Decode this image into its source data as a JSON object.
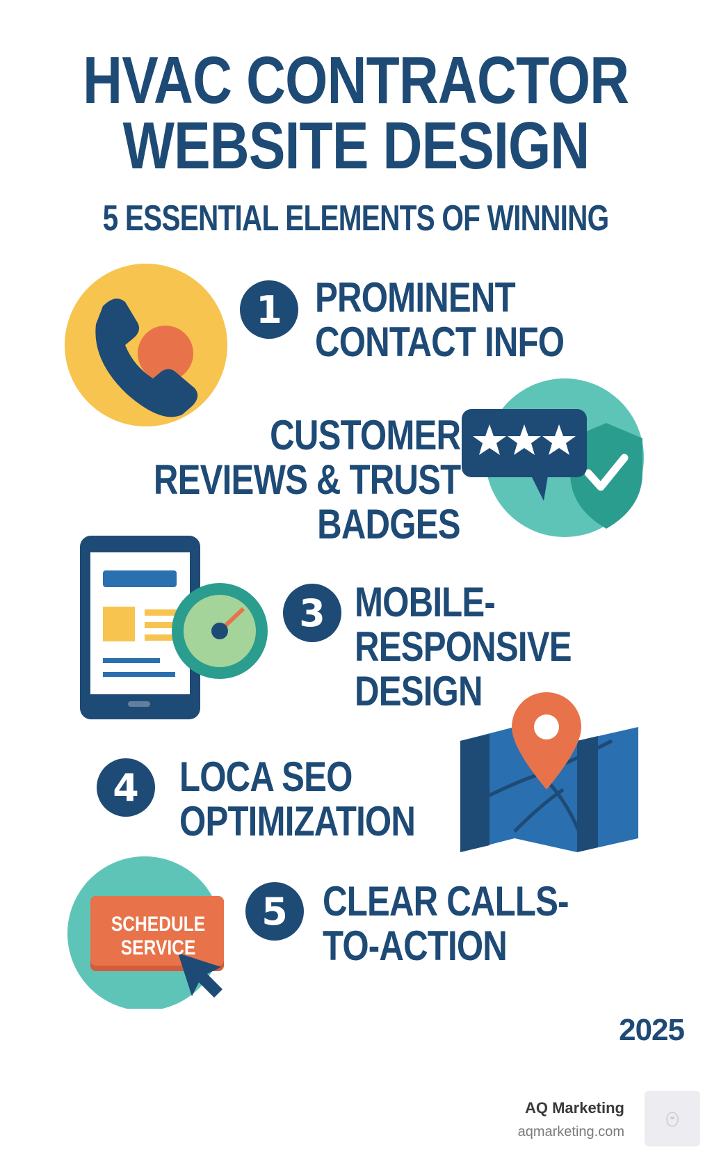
{
  "header": {
    "title_line1": "HVAC CONTRACTOR",
    "title_line2": "WEBSITE DESIGN",
    "subtitle": "5 ESSENTIAL ELEMENTS OF WINNING"
  },
  "items": [
    {
      "number": "1",
      "lines": [
        "PROMINENT",
        "CONTACT INFO"
      ],
      "icon": "phone-icon"
    },
    {
      "number": "",
      "lines": [
        "CUSTOMER",
        "REVIEWS & TRUST",
        "BADGES"
      ],
      "icon": "reviews-shield-icon"
    },
    {
      "number": "3",
      "lines": [
        "MOBILE-",
        "RESPONSIVE",
        "DESIGN"
      ],
      "icon": "mobile-speed-icon"
    },
    {
      "number": "4",
      "lines": [
        "LOCA SEO",
        "OPTIMIZATION"
      ],
      "icon": "map-pin-icon"
    },
    {
      "number": "5",
      "lines": [
        "CLEAR CALLS-",
        "TO-ACTION"
      ],
      "icon": "cta-button-icon",
      "button_text": [
        "SCHEDULE",
        "SERVICE"
      ]
    }
  ],
  "year": "2025",
  "footer": {
    "brand": "AQ Marketing",
    "url": "aqmarketing.com"
  },
  "colors": {
    "navy": "#1e4a76",
    "yellow": "#f7c44f",
    "orange": "#e8734a",
    "teal": "#5fc4b8",
    "dark_teal": "#2a9d8f",
    "blue": "#2a6fb0"
  }
}
